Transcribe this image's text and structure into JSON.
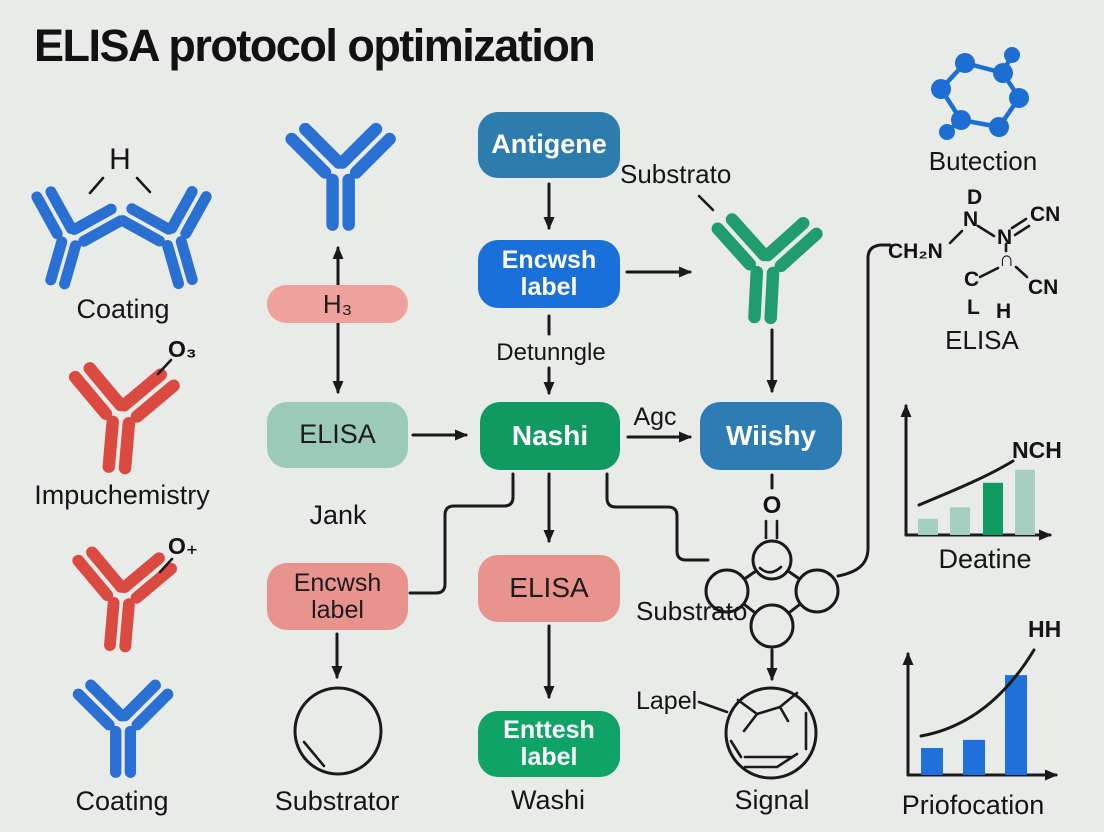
{
  "title": "ELISA protocol optimization",
  "colors": {
    "background": "#e9ebe9",
    "antibody_blue": "#2a6fd2",
    "antibody_red": "#da4a41",
    "antibody_green": "#219d6d",
    "node_teal_blue": "#2d7cae",
    "node_bright_blue": "#1a70d9",
    "node_green": "#109a62",
    "node_green2": "#10a368",
    "node_sage": "#9ccab8",
    "node_pink": "#e9938f",
    "pill_pink": "#efa19d",
    "line_black": "#1a1a1a",
    "hexagon_blue": "#1d6ed3"
  },
  "left_column": {
    "h_label": "H",
    "coating_top_label": "Coating",
    "o3_label": "O₃",
    "impuchemistry_label": "Impuchemistry",
    "o_plus_label": "O₊",
    "coating_bottom_label": "Coating"
  },
  "column2": {
    "h3_pill": "H₃",
    "elisa_box": "ELISA",
    "jank_label": "Jank",
    "encwsh_box_line1": "Encwsh",
    "encwsh_box_line2": "label",
    "substrator_label": "Substrator"
  },
  "column3": {
    "antigene_box": "Antigene",
    "encwsh_box_line1": "Encwsh",
    "encwsh_box_line2": "label",
    "detunngle_label": "Detunngle",
    "nashi_box": "Nashi",
    "agc_label": "Agc",
    "elisa_box": "ELISA",
    "enttesh_box_line1": "Enttesh",
    "enttesh_box_line2": "label",
    "washi_label": "Washi"
  },
  "column4": {
    "substrato_top_label": "Substrato",
    "wiishy_box": "Wiishy",
    "o_label": "O",
    "substrato_bottom_label": "Substrato",
    "lapel_label": "Lapel",
    "signal_label": "Signal"
  },
  "right_column": {
    "butection_label": "Butection",
    "chem_structure": {
      "ch2n": "CH₂N",
      "d": "D",
      "n_upper": "N",
      "n_right": "N",
      "cn_upper": "CN",
      "cap": "∩",
      "c": "C",
      "cn_lower": "CN",
      "l": "L",
      "h": "H",
      "elisa_label": "ELISA"
    }
  },
  "chart_data": [
    {
      "type": "bar",
      "title": "Deatine",
      "annotation": "NCH",
      "categories": [
        "",
        "",
        "",
        ""
      ],
      "values": [
        1.0,
        1.7,
        3.2,
        4.0
      ],
      "bar_colors": [
        "#a6cfc1",
        "#a6cfc1",
        "#0f9b62",
        "#a6cfc1"
      ],
      "trend_line": true,
      "axes": "plain arrows, no ticks or numeric labels"
    },
    {
      "type": "bar",
      "title": "Priofocation",
      "annotation": "HH",
      "categories": [
        "",
        "",
        ""
      ],
      "values": [
        1.0,
        1.3,
        3.7
      ],
      "bar_colors": [
        "#1f70d8",
        "#1f70d8",
        "#1f70d8"
      ],
      "trend_line": true,
      "axes": "plain arrows, no ticks or numeric labels"
    }
  ]
}
